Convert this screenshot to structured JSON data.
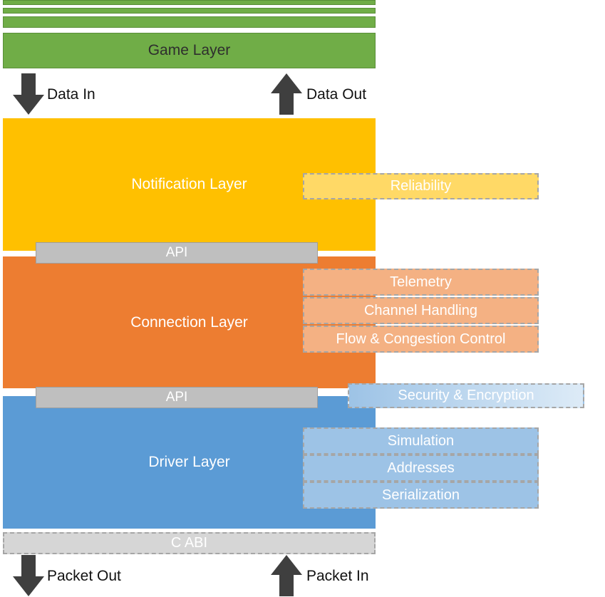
{
  "game_layer": {
    "label": "Game Layer"
  },
  "flow_labels": {
    "data_in": "Data In",
    "data_out": "Data Out",
    "packet_out": "Packet Out",
    "packet_in": "Packet In"
  },
  "notification_layer": {
    "label": "Notification Layer",
    "modules": [
      "Reliability"
    ]
  },
  "api_upper": {
    "label": "API"
  },
  "connection_layer": {
    "label": "Connection Layer",
    "modules": [
      "Telemetry",
      "Channel Handling",
      "Flow & Congestion Control"
    ]
  },
  "api_lower": {
    "label": "API"
  },
  "security_module": {
    "label": "Security & Encryption"
  },
  "driver_layer": {
    "label": "Driver Layer",
    "modules": [
      "Simulation",
      "Addresses",
      "Serialization"
    ]
  },
  "c_abi": {
    "label": "C ABI"
  },
  "colors": {
    "green": "#70AD47",
    "gold": "#FFC000",
    "gold_light": "#FFD966",
    "orange": "#ED7D31",
    "orange_light": "#F4B183",
    "blue": "#5B9BD5",
    "blue_light": "#9DC3E6",
    "api_gray": "#BFBFBF",
    "cabi_gray": "#D6D6D6",
    "arrow_dark": "#3F3F3F"
  }
}
